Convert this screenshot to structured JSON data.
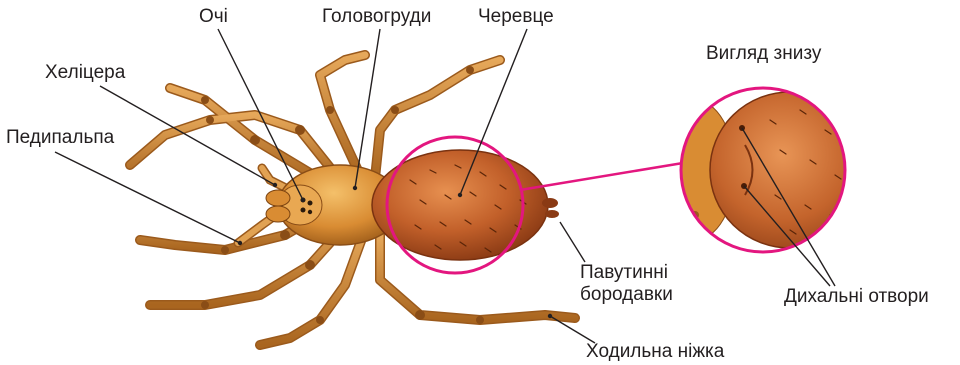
{
  "labels": {
    "eyes": "Очі",
    "cephalothorax": "Головогруди",
    "abdomen": "Черевце",
    "chelicera": "Хеліцера",
    "pedipalp": "Педипальпа",
    "view_below": "Вигляд знизу",
    "spinnerets_line1": "Павутинні",
    "spinnerets_line2": "бородавки",
    "spiracles": "Дихальні отвори",
    "walking_leg": "Ходильна ніжка"
  },
  "colors": {
    "highlight_circle": "#e3167f",
    "leader_line": "#231f20",
    "body_orange": "#c8762a",
    "abdomen_brown": "#b5561f",
    "leg_tan": "#c98a3c"
  }
}
